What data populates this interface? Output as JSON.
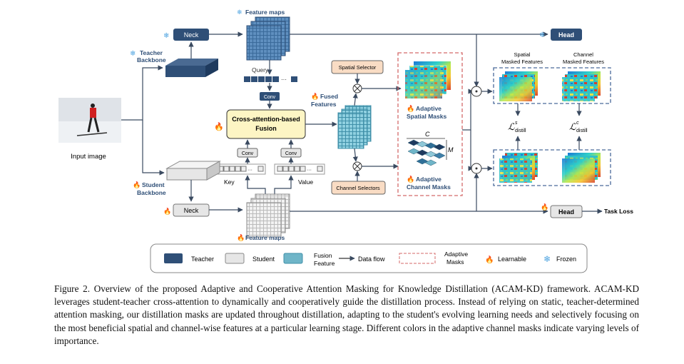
{
  "colors": {
    "teacher": "#2f4f77",
    "student": "#e6e6e6",
    "fusion": "#6fb5c8",
    "selector": "#f9dcc4",
    "mask_border": "#d46a6a",
    "masked_border": "#4a6a9a",
    "arrow": "#3a4a60",
    "flame": "#f07a1a",
    "frozen": "#4da3e0"
  },
  "diagram": {
    "input_label": "Input image",
    "teacher_backbone": [
      "Teacher",
      "Backbone"
    ],
    "student_backbone": [
      "Student",
      "Backbone"
    ],
    "neck_teacher": "Neck",
    "neck_student": "Neck",
    "feature_maps_top": "Feature maps",
    "feature_maps_bottom": "Feature maps",
    "query": "Query",
    "conv_query": "Conv",
    "conv_key": "Conv",
    "conv_value": "Conv",
    "key": "Key",
    "value": "Value",
    "fusion": [
      "Cross-attention-based",
      "Fusion"
    ],
    "fused_features": [
      "Fused",
      "Features"
    ],
    "spatial_selector": "Spatial Selector",
    "channel_selectors": "Channel Selectors",
    "adaptive_spatial_masks": [
      "Adaptive",
      "Spatial Masks"
    ],
    "adaptive_channel_masks": [
      "Adaptive",
      "Channel Masks"
    ],
    "c_label": "C",
    "m_label": "M",
    "head_teacher": "Head",
    "head_student": "Head",
    "task_loss": "Task Loss",
    "spatial_masked_features": [
      "Spatial",
      "Masked Features"
    ],
    "channel_masked_features": [
      "Channel",
      "Masked Features"
    ],
    "loss_spatial": "ℒ",
    "loss_spatial_sup": "s",
    "loss_spatial_sub": "distill",
    "loss_channel": "ℒ",
    "loss_channel_sup": "c",
    "loss_channel_sub": "distill",
    "multiply_symbol": "⊗",
    "dot_symbol": "⊙",
    "ellipsis": "···"
  },
  "legend": {
    "teacher": "Teacher",
    "student": "Student",
    "fusion_feature": [
      "Fusion",
      "Feature"
    ],
    "data_flow": "Data flow",
    "adaptive_masks": [
      "Adaptive",
      "Masks"
    ],
    "learnable": "Learnable",
    "frozen": "Frozen"
  },
  "caption": "Figure 2.  Overview of the proposed Adaptive and Cooperative Attention Masking for Knowledge Distillation (ACAM-KD) framework. ACAM-KD leverages student-teacher cross-attention to dynamically and cooperatively guide the distillation process. Instead of relying on static, teacher-determined attention masking, our distillation masks are updated throughout distillation, adapting to the student's evolving learning needs and selectively focusing on the most beneficial spatial and channel-wise features at a particular learning stage. Different colors in the adaptive channel masks indicate varying levels of importance."
}
